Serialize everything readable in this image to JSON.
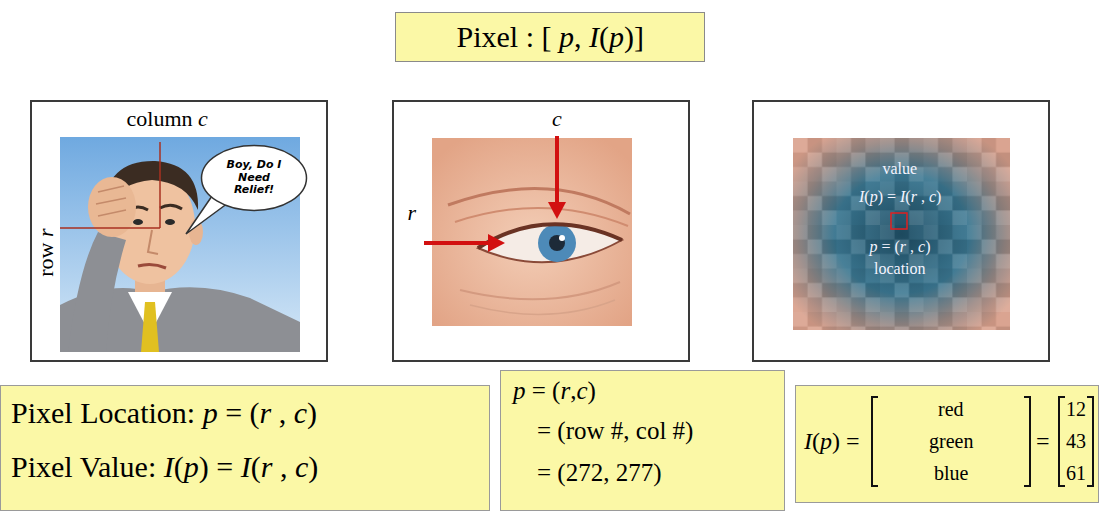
{
  "diagram": {
    "nodes": [
      {
        "text": [
          "Pixel : [ p, I(p)]"
        ]
      },
      {
        "text": [
          "column c",
          "row r"
        ]
      },
      {
        "text": [
          "Boy, Do I Need Relief!"
        ],
        "in": 1
      },
      {
        "text": [
          "c",
          "r"
        ]
      },
      {
        "text": [
          "value",
          "I(p) = I(r , c)",
          "p = (r , c)",
          "location"
        ]
      },
      {
        "text": [
          "Pixel Location: p = (r , c)",
          "Pixel Value: I(p) = I(r , c)"
        ]
      },
      {
        "text": [
          "p = (r,c)",
          "= (row #, col #)",
          "= (272, 277)"
        ]
      },
      {
        "text": [
          "I(p) =",
          "red",
          "green",
          "blue",
          "=",
          "12",
          "43",
          "61"
        ]
      }
    ]
  }
}
